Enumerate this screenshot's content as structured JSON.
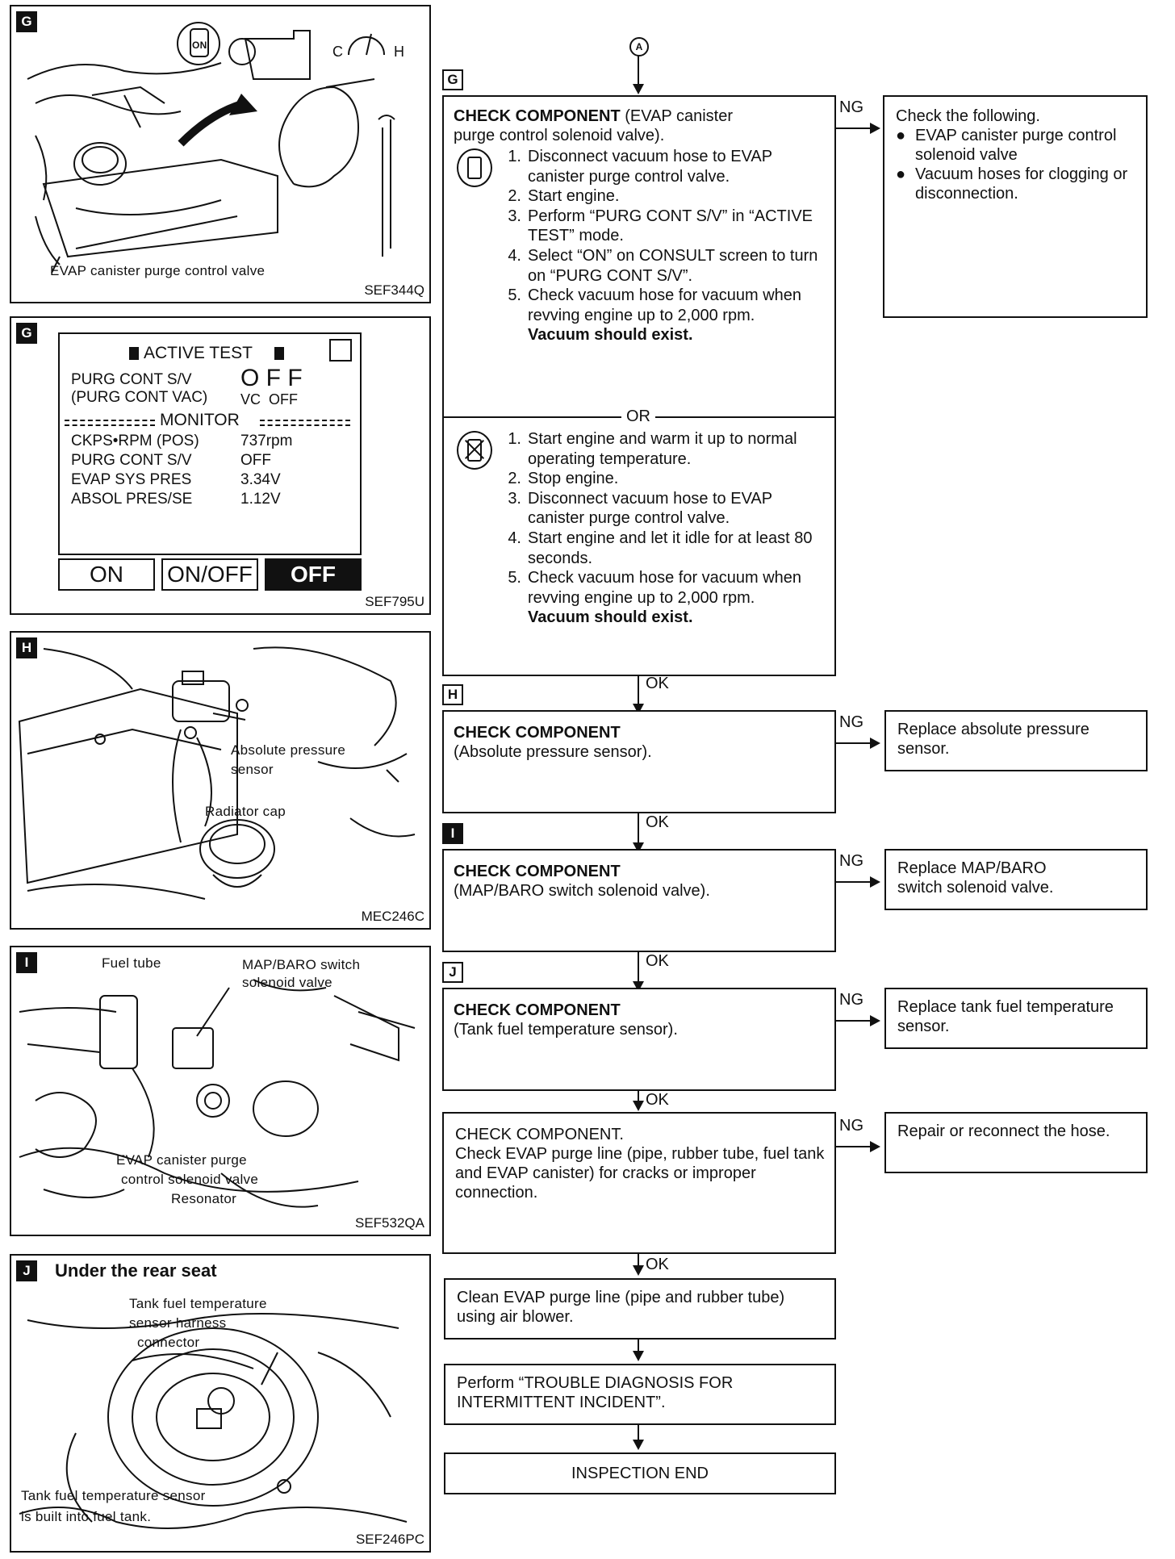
{
  "figures": {
    "g_photo": {
      "tag": "G",
      "caption": "EVAP canister purge control valve",
      "key_on": "ON",
      "gauge_c": "C",
      "gauge_h": "H",
      "code": "SEF344Q"
    },
    "g_screen": {
      "tag": "G",
      "title": "ACTIVE TEST",
      "row1_label": "PURG CONT S/V",
      "row1_value": "O F F",
      "row2_label": "(PURG CONT VAC)",
      "row2_value": "VC  OFF",
      "monitor_title": "MONITOR",
      "monitor_rows": [
        {
          "label": "CKPS•RPM (POS)",
          "value": "737rpm"
        },
        {
          "label": "PURG CONT S/V",
          "value": "OFF"
        },
        {
          "label": "EVAP SYS PRES",
          "value": "3.34V"
        },
        {
          "label": "ABSOL PRES/SE",
          "value": "1.12V"
        }
      ],
      "btn_on": "ON",
      "btn_onoff": "ON/OFF",
      "btn_off": "OFF",
      "code": "SEF795U"
    },
    "h_photo": {
      "tag": "H",
      "label_sensor_1": "Absolute pressure",
      "label_sensor_2": "sensor",
      "label_cap": "Radiator cap",
      "code": "MEC246C"
    },
    "i_photo": {
      "tag": "I",
      "label_fuel_tube": "Fuel tube",
      "label_map_1": "MAP/BARO switch",
      "label_map_2": "solenoid valve",
      "label_evap_1": "EVAP canister purge",
      "label_evap_2": "control solenoid valve",
      "label_resonator": "Resonator",
      "code": "SEF532QA"
    },
    "j_photo": {
      "tag": "J",
      "title": "Under the rear seat",
      "label_harness_1": "Tank fuel temperature",
      "label_harness_2": "sensor harness",
      "label_harness_3": "connector",
      "label_builtin_1": "Tank fuel temperature sensor",
      "label_builtin_2": "is built into fuel tank.",
      "code": "SEF246PC"
    }
  },
  "flow": {
    "start_marker": "A",
    "g": {
      "tag": "G",
      "title_bold": "CHECK COMPONENT",
      "title_rest_1": "(EVAP canister",
      "title_rest_2": "purge control solenoid valve).",
      "steps_a": [
        "Disconnect vacuum hose to EVAP canister purge control valve.",
        "Start engine.",
        "Perform “PURG CONT S/V” in “ACTIVE TEST” mode.",
        "Select “ON” on CONSULT screen to turn on “PURG CONT S/V”.",
        "Check vacuum hose for vacuum when revving engine up to 2,000 rpm."
      ],
      "result_a": "Vacuum should exist.",
      "or": "OR",
      "steps_b": [
        "Start engine and warm it up to normal operating temperature.",
        "Stop engine.",
        "Disconnect vacuum hose to EVAP canister purge control valve.",
        "Start engine and let it idle for at least 80 seconds.",
        "Check vacuum hose for vacuum when revving engine up to 2,000 rpm."
      ],
      "result_b": "Vacuum should exist.",
      "ng": "NG",
      "ng_title": "Check the following.",
      "ng_items": [
        "EVAP canister purge control solenoid valve",
        "Vacuum hoses for clogging or disconnection."
      ]
    },
    "h": {
      "tag": "H",
      "ok": "OK",
      "title": "CHECK COMPONENT",
      "body": "(Absolute pressure sensor).",
      "ng": "NG",
      "ng_text": "Replace absolute pressure sensor."
    },
    "i": {
      "tag": "I",
      "ok": "OK",
      "title": "CHECK COMPONENT",
      "body": "(MAP/BARO switch solenoid valve).",
      "ng": "NG",
      "ng_text": "Replace MAP/BARO switch solenoid valve."
    },
    "j": {
      "tag": "J",
      "ok": "OK",
      "title": "CHECK COMPONENT",
      "body": "(Tank fuel temperature sensor).",
      "ng": "NG",
      "ng_text": "Replace tank fuel temperature sensor."
    },
    "k": {
      "ok": "OK",
      "title": "CHECK COMPONENT.",
      "body": "Check EVAP purge line (pipe, rubber tube, fuel tank and EVAP canister) for cracks or improper connection.",
      "ng": "NG",
      "ng_text": "Repair or reconnect the hose."
    },
    "l": {
      "ok": "OK",
      "text": "Clean EVAP purge line (pipe and rubber tube) using air blower."
    },
    "m": {
      "text": "Perform “TROUBLE DIAGNOSIS FOR INTERMITTENT INCIDENT”."
    },
    "end": {
      "text": "INSPECTION END"
    }
  }
}
